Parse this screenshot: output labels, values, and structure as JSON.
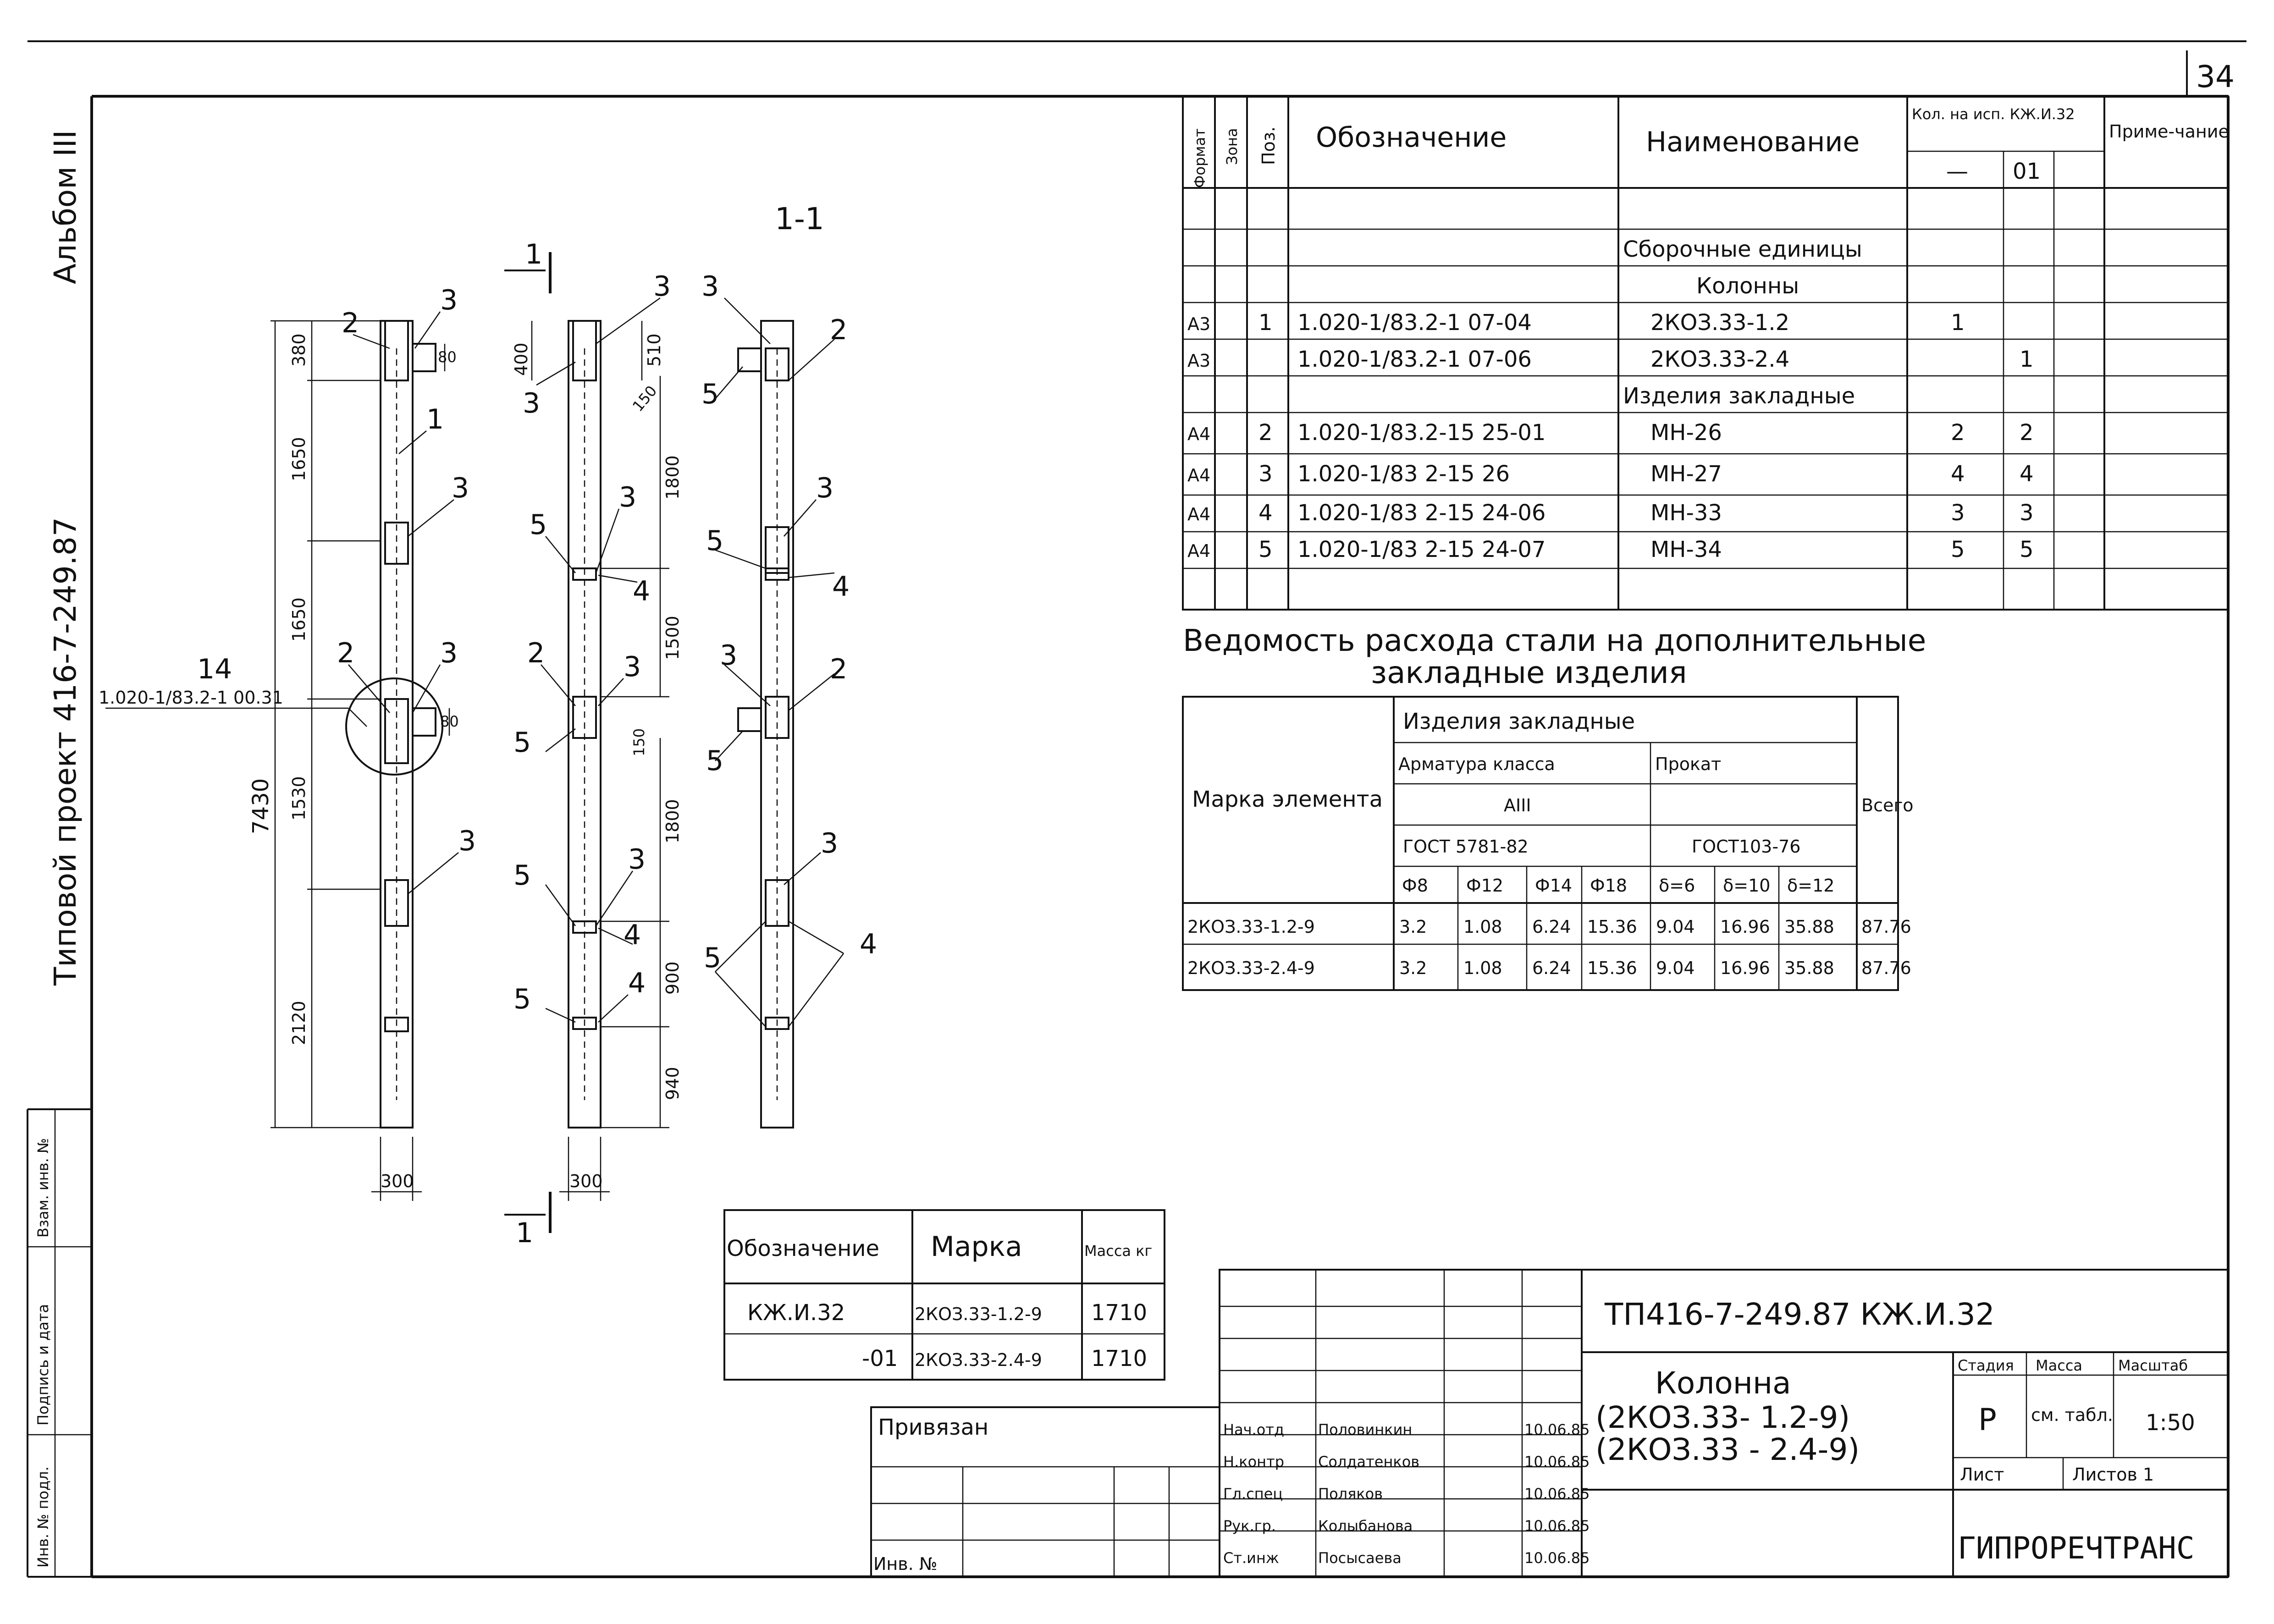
{
  "sheet_number": "34",
  "side_text": {
    "album": "Альбом III",
    "project": "Типовой проект 416-7-249.87"
  },
  "stamp_left": {
    "inv_no_podl": "Инв. № подл.",
    "podpis_data": "Подпись и дата",
    "vzam_inv": "Взам. инв. №"
  },
  "drawing": {
    "section_label": "1-1",
    "cut_label_top": "1",
    "cut_label_bottom": "1",
    "detail_num": "14",
    "detail_ref": "1.020-1/83.2-1 00.31",
    "col1_dims": [
      "380",
      "1650",
      "1650",
      "1530",
      "2120"
    ],
    "col1_total": "7430",
    "col1_width": "300",
    "col1_small": [
      "80",
      "80"
    ],
    "col1_pos": [
      "2",
      "3",
      "1",
      "3",
      "2",
      "3",
      "3"
    ],
    "col2_dims": [
      "400",
      "510",
      "150",
      "1800",
      "1500",
      "150",
      "1800",
      "900",
      "940"
    ],
    "col2_width": "300",
    "col2_pos": [
      "3",
      "3",
      "5",
      "3",
      "4",
      "2",
      "3",
      "5",
      "5",
      "3",
      "4",
      "5",
      "4"
    ],
    "col3_pos": [
      "3",
      "2",
      "5",
      "3",
      "5",
      "4",
      "3",
      "2",
      "5",
      "3",
      "5",
      "4"
    ]
  },
  "spec_table": {
    "headers": {
      "format": "Формат",
      "zone": "Зона",
      "pos": "Поз.",
      "designation": "Обозначение",
      "name": "Наименование",
      "qty": "Кол. на исп. КЖ.И.32",
      "qty_a": "—",
      "qty_b": "01",
      "note": "Приме-чание"
    },
    "sections": {
      "assembly": "Сборочные единицы",
      "columns": "Колонны",
      "embedded": "Изделия закладные"
    },
    "rows": [
      {
        "format": "А3",
        "pos": "1",
        "designation": "1.020-1/83.2-1 07-04",
        "name": "2КОЗ.33-1.2",
        "qty_a": "1",
        "qty_b": ""
      },
      {
        "format": "А3",
        "pos": "",
        "designation": "1.020-1/83.2-1 07-06",
        "name": "2КОЗ.33-2.4",
        "qty_a": "",
        "qty_b": "1"
      },
      {
        "format": "А4",
        "pos": "2",
        "designation": "1.020-1/83.2-15 25-01",
        "name": "МН-26",
        "qty_a": "2",
        "qty_b": "2"
      },
      {
        "format": "А4",
        "pos": "3",
        "designation": "1.020-1/83 2-15 26",
        "name": "МН-27",
        "qty_a": "4",
        "qty_b": "4"
      },
      {
        "format": "А4",
        "pos": "4",
        "designation": "1.020-1/83 2-15 24-06",
        "name": "МН-33",
        "qty_a": "3",
        "qty_b": "3"
      },
      {
        "format": "А4",
        "pos": "5",
        "designation": "1.020-1/83 2-15 24-07",
        "name": "МН-34",
        "qty_a": "5",
        "qty_b": "5"
      }
    ]
  },
  "steel_title_1": "Ведомость расхода стали на дополнительные",
  "steel_title_2": "закладные изделия",
  "steel_table": {
    "mark_header": "Марка элемента",
    "group_header": "Изделия закладные",
    "armatura": "Арматура класса",
    "prokat": "Прокат",
    "class": "АIII",
    "gost1": "ГОСТ 5781-82",
    "gost2": "ГОСТ103-76",
    "total": "Всего",
    "cols": [
      "Ф8",
      "Ф12",
      "Ф14",
      "Ф18",
      "δ=6",
      "δ=10",
      "δ=12"
    ],
    "rows": [
      {
        "mark": "2КОЗ.33-1.2-9",
        "vals": [
          "3.2",
          "1.08",
          "6.24",
          "15.36",
          "9.04",
          "16.96",
          "35.88"
        ],
        "total": "87.76"
      },
      {
        "mark": "2КОЗ.33-2.4-9",
        "vals": [
          "3.2",
          "1.08",
          "6.24",
          "15.36",
          "9.04",
          "16.96",
          "35.88"
        ],
        "total": "87.76"
      }
    ]
  },
  "mass_table": {
    "headers": {
      "designation": "Обозначение",
      "mark": "Марка",
      "mass": "Масса кг"
    },
    "rows": [
      {
        "designation": "КЖ.И.32",
        "mark": "2КОЗ.33-1.2-9",
        "mass": "1710"
      },
      {
        "designation": "-01",
        "mark": "2КОЗ.33-2.4-9",
        "mass": "1710"
      }
    ]
  },
  "privyazan": "Привязан",
  "inv_no": "Инв. №",
  "title_block": {
    "code": "ТП416-7-249.87     КЖ.И.32",
    "name_1": "Колонна",
    "name_2": "(2КОЗ.33- 1.2-9)",
    "name_3": "(2КОЗ.33 - 2.4-9)",
    "stage_h": "Стадия",
    "mass_h": "Масса",
    "scale_h": "Масштаб",
    "stage": "Р",
    "mass": "см. табл.",
    "scale": "1:50",
    "sheet": "Лист",
    "sheets": "Листов 1",
    "org": "ГИПРОРЕЧТРАНС",
    "people": [
      {
        "role": "Нач.отд",
        "name": "Половинкин",
        "date": "10.06.85"
      },
      {
        "role": "Н.контр",
        "name": "Солдатенков",
        "date": "10.06.85"
      },
      {
        "role": "Гл.спец",
        "name": "Поляков",
        "date": "10.06.85"
      },
      {
        "role": "Рук.гр.",
        "name": "Колыбанова",
        "date": "10.06.85"
      },
      {
        "role": "Ст.инж",
        "name": "Посысаева",
        "date": "10.06.85"
      }
    ]
  }
}
